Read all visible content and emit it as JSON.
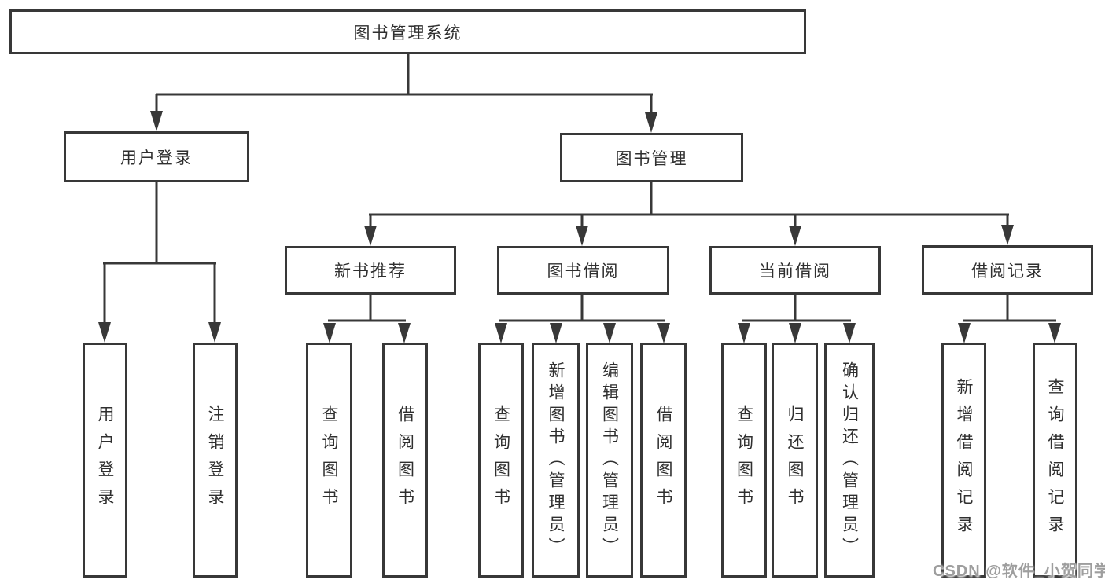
{
  "tree": {
    "root": "图书管理系统",
    "branches": [
      {
        "label": "用户登录",
        "children": [
          "用户登录",
          "注销登录"
        ]
      },
      {
        "label": "图书管理",
        "sections": [
          {
            "label": "新书推荐",
            "children": [
              "查询图书",
              "借阅图书"
            ]
          },
          {
            "label": "图书借阅",
            "children": [
              "查询图书",
              "新增图书（管理员）",
              "编辑图书（管理员）",
              "借阅图书"
            ]
          },
          {
            "label": "当前借阅",
            "children": [
              "查询图书",
              "归还图书",
              "确认归还（管理员）"
            ]
          },
          {
            "label": "借阅记录",
            "children": [
              "新增借阅记录",
              "查询借阅记录"
            ]
          }
        ]
      }
    ]
  },
  "watermark": "CSDN @软件_小贺同学",
  "colors": {
    "line": "#383838",
    "text": "#2f2f2f",
    "watermark": "#9e9e9e",
    "background": "#ffffff"
  }
}
